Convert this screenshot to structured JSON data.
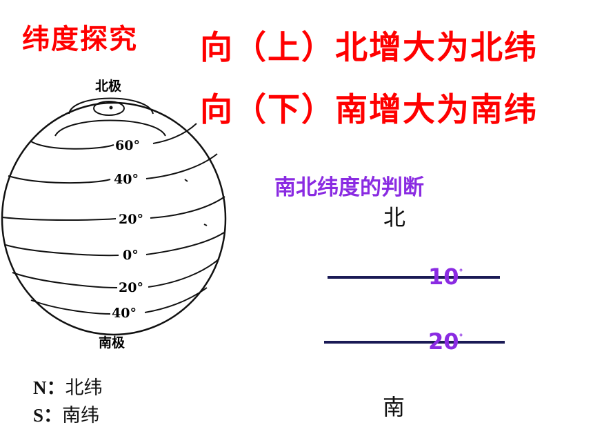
{
  "title": "纬度探究",
  "rules": [
    "向（上）北增大为北纬",
    "向（下）南增大为南纬"
  ],
  "globe": {
    "north_pole": "北极",
    "south_pole": "南极",
    "lat_labels": [
      "60°",
      "40°",
      "20°",
      "0°",
      "20°",
      "40°"
    ]
  },
  "judge": {
    "title": "南北纬度的判断",
    "north": "北",
    "south": "南",
    "line_values": [
      "10",
      "20"
    ],
    "degree_mark": "°"
  },
  "legend": {
    "n_key": "N：",
    "n_value": "北纬",
    "s_key": "S：",
    "s_value": "南纬"
  },
  "colors": {
    "title_red": "#ff0000",
    "purple": "#8a2be2",
    "line_navy": "#1a1a55"
  }
}
